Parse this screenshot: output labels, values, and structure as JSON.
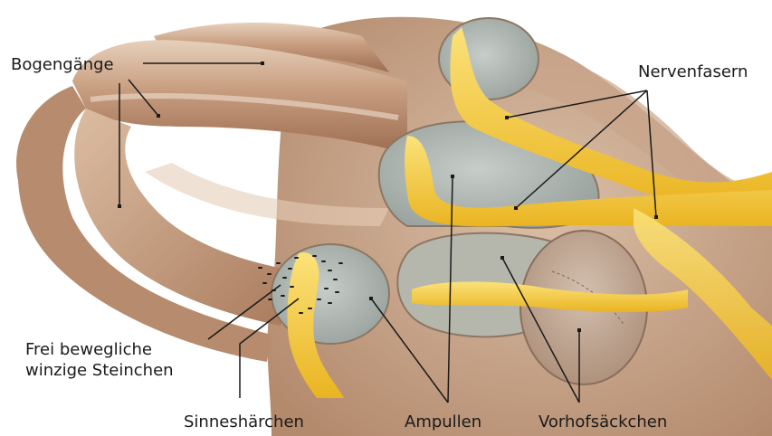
{
  "labels": {
    "bogengaenge": "Bogengänge",
    "nervenfasern": "Nervenfasern",
    "steinchen_line1": "Frei bewegliche",
    "steinchen_line2": "winzige Steinchen",
    "sinneshaerchen": "Sinneshärchen",
    "ampullen": "Ampullen",
    "vorhofsaeckchen": "Vorhofsäckchen"
  },
  "colors": {
    "tissue": "#b98a6c",
    "tissue_light": "#dcc0a5",
    "tissue_dark": "#8f6247",
    "membrane": "#a9b2ae",
    "nerve": "#f2c230",
    "nerve_light": "#fbe27a",
    "leader": "#1a1a1a"
  }
}
